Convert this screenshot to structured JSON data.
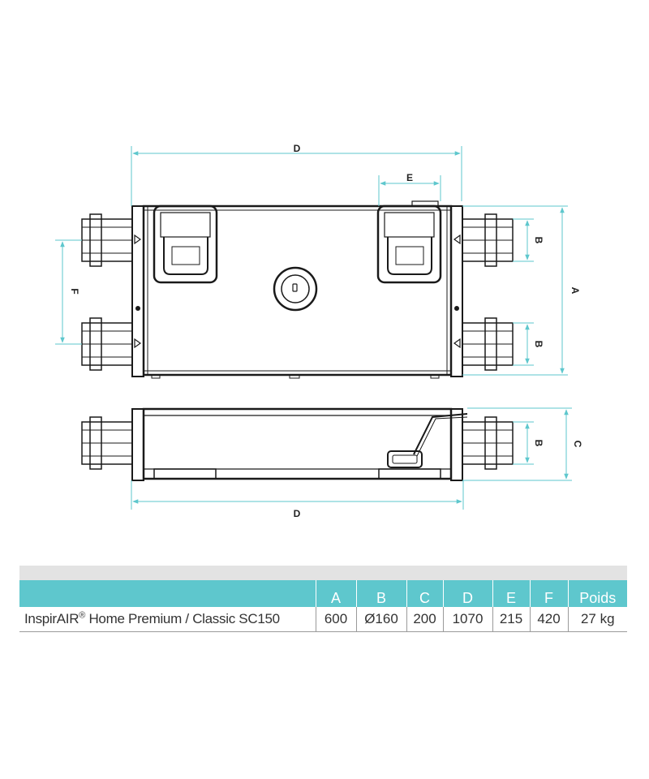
{
  "drawing": {
    "dimension_labels": {
      "top_d": "D",
      "top_e": "E",
      "f": "F",
      "a": "A",
      "b_upper": "B",
      "b_lower": "B",
      "b_side": "B",
      "c": "C",
      "bottom_d": "D"
    }
  },
  "table": {
    "headers": [
      "A",
      "B",
      "C",
      "D",
      "E",
      "F",
      "Poids"
    ],
    "model": {
      "name_prefix": "InspirAIR",
      "trademark": "®",
      "name_suffix": " Home Premium / Classic SC150"
    },
    "values": [
      "600",
      "Ø160",
      "200",
      "1070",
      "215",
      "420",
      "27 kg"
    ]
  },
  "colors": {
    "header_bg": "#5ec7cd",
    "band_bg": "#e3e3e3",
    "dimension_line": "#5ec7cd",
    "outline": "#1a1a1a"
  }
}
